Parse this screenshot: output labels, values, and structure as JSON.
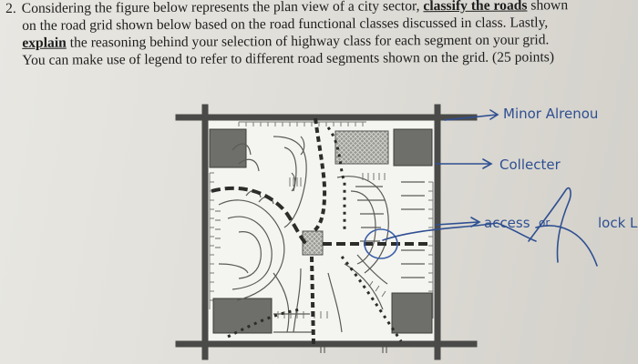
{
  "question": {
    "number": "2.",
    "line1a": "Considering the figure below represents the plan view of a city sector, ",
    "classify_phrase": "classify the roads",
    "line1b": " shown",
    "line2": "on the road grid shown below based on the road functional classes discussed in class. Lastly,",
    "explain_word": "explain",
    "line3": " the reasoning behind your selection of highway class for each segment on your grid.",
    "line4": "You can make use of legend to refer to different road segments shown on the grid. (25 points)"
  },
  "annotations": {
    "minor_arterial": "Minor Alrenou",
    "collector": "Collecter",
    "access": "access",
    "or": "or",
    "local": "lock L"
  },
  "colors": {
    "ink": "#1d1d1d",
    "handwriting": "#2f4f92",
    "road": "#2c2c2a",
    "paper": "#e4e3de"
  }
}
